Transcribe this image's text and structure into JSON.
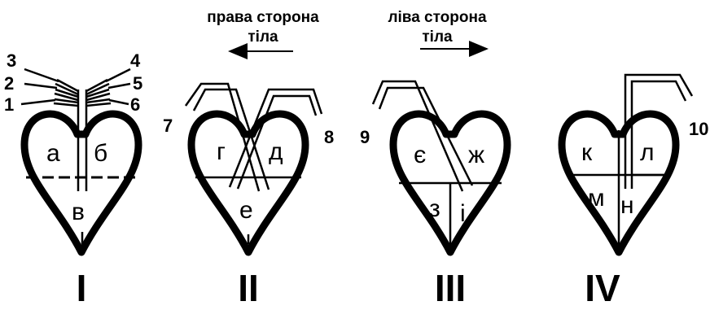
{
  "directions": {
    "right_side_line1": "права сторона",
    "right_side_line2": "тіла",
    "left_side_line1": "ліва сторона",
    "left_side_line2": "тіла"
  },
  "hearts": [
    {
      "roman": "I",
      "chambers": [
        "а",
        "б",
        "в"
      ],
      "vessels": [
        "1",
        "2",
        "3",
        "4",
        "5",
        "6"
      ]
    },
    {
      "roman": "II",
      "chambers": [
        "г",
        "д",
        "е"
      ],
      "vessels": [
        "7",
        "8"
      ]
    },
    {
      "roman": "III",
      "chambers": [
        "є",
        "ж",
        "з",
        "і"
      ],
      "vessels": [
        "9"
      ]
    },
    {
      "roman": "IV",
      "chambers": [
        "к",
        "л",
        "м",
        "н"
      ],
      "vessels": [
        "10"
      ]
    }
  ]
}
